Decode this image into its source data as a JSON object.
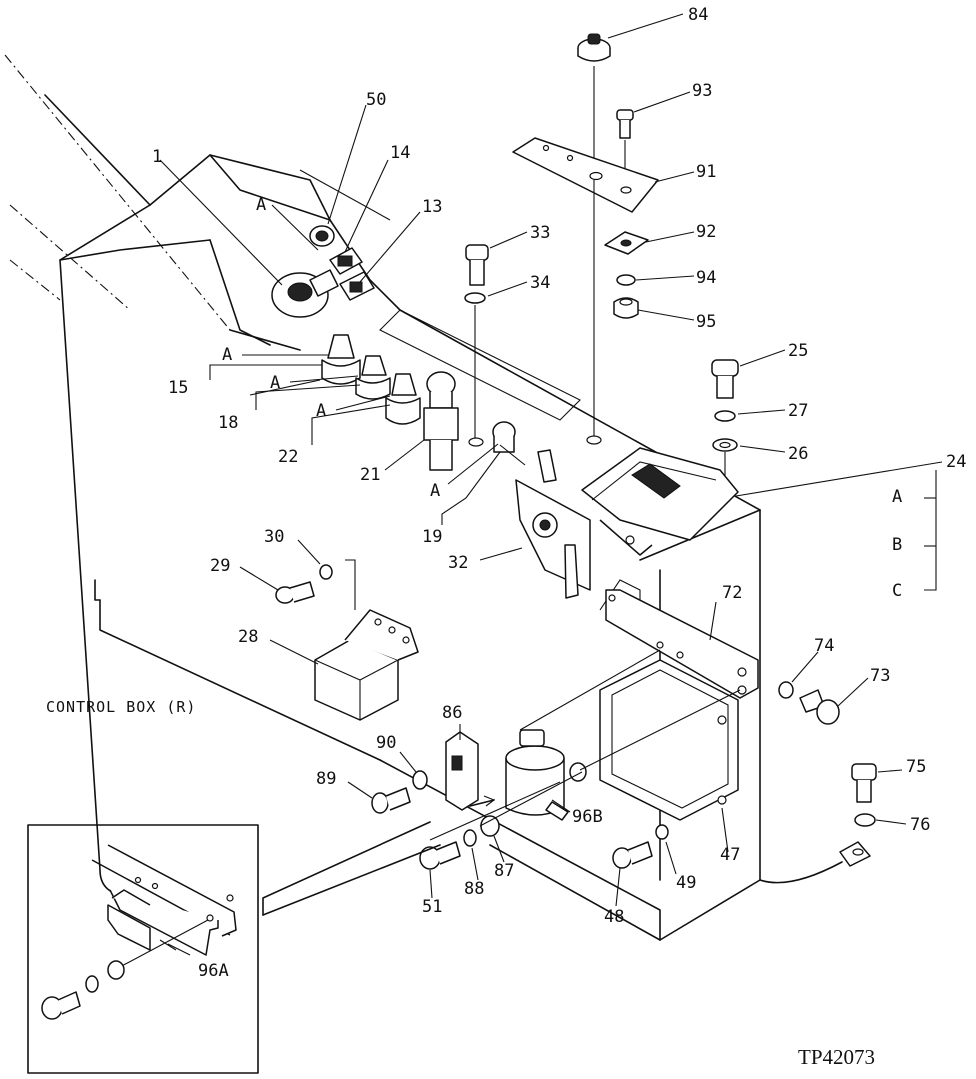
{
  "title_label": "CONTROL BOX (R)",
  "figure_code": "TP42073",
  "callouts": {
    "p84": "84",
    "p93": "93",
    "p91": "91",
    "p92": "92",
    "p94": "94",
    "p95": "95",
    "p50": "50",
    "p14": "14",
    "p1": "1",
    "p13": "13",
    "pA1": "A",
    "p33": "33",
    "p34": "34",
    "p25": "25",
    "p27": "27",
    "p26": "26",
    "p24": "24",
    "p24A": "A",
    "p24B": "B",
    "p24C": "C",
    "pA15": "A",
    "p15": "15",
    "pA18": "A",
    "p18": "18",
    "pA22": "A",
    "p22": "22",
    "p21": "21",
    "pA19": "A",
    "p19": "19",
    "p32": "32",
    "p30": "30",
    "p29": "29",
    "p28": "28",
    "p72": "72",
    "p74": "74",
    "p73": "73",
    "p86": "86",
    "p90": "90",
    "p89": "89",
    "p96B": "96B",
    "p47": "47",
    "p49": "49",
    "p48": "48",
    "p51": "51",
    "p88": "88",
    "p87": "87",
    "p75": "75",
    "p76": "76",
    "p96A": "96A"
  }
}
